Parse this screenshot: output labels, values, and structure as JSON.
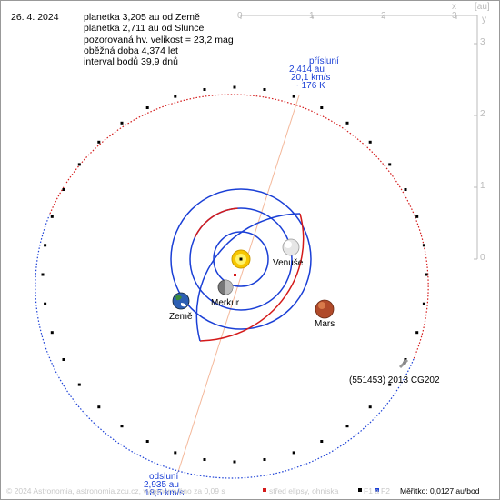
{
  "date": "26. 4. 2024",
  "info_lines": [
    "planetka 3,205 au od Země",
    "planetka 2,711 au od Slunce",
    "pozorovaná hv. velikost = 23,2 mag",
    "oběžná doba 4,374 let",
    "interval bodů 39,9 dnů"
  ],
  "axis": {
    "unit": "[au]",
    "x_name": "x",
    "y_name": "y",
    "x_ticks": [
      "0",
      "1",
      "2",
      "3"
    ],
    "y_ticks": [
      "3",
      "2",
      "1",
      "0"
    ]
  },
  "perihelion": {
    "title": "přísluní",
    "distance": "2,414 au",
    "speed": "20,1 km/s",
    "temp": "~ 176 K"
  },
  "aphelion": {
    "title": "odsluní",
    "distance": "2,935 au",
    "speed": "18,5 km/s"
  },
  "bodies": {
    "sun": "",
    "mercury": "Merkur",
    "venus": "Venuše",
    "earth": "Země",
    "mars": "Mars",
    "asteroid": "(551453) 2013 CG202"
  },
  "footer": {
    "copyright": "© 2024 Astronomia, astronomia.zcu.cz, vygenerováno za 0,09 s",
    "legend_center": "střed elipsy, ohniska",
    "legend_f1": "F1 a",
    "legend_f2": "F2",
    "scale": "Měřítko: 0,0127 au/bod"
  },
  "colors": {
    "orbit_blue": "#1a3fd6",
    "orbit_red": "#d41a1a",
    "apsis_line": "#f4b89a",
    "text_blue": "#1a3fd6"
  }
}
